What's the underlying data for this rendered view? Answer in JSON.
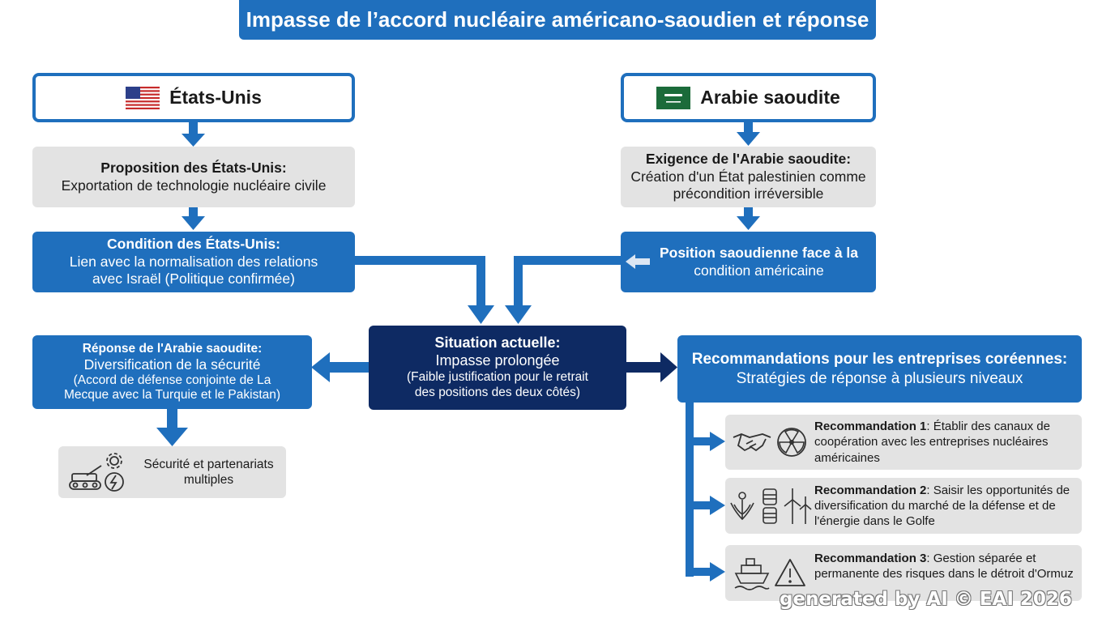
{
  "title": "Impasse de l’accord nucléaire américano-saoudien et réponse",
  "left": {
    "country": "États-Unis",
    "flag_icon": "us-flag-icon",
    "proposal_title": "Proposition des États-Unis:",
    "proposal_text": "Exportation de technologie nucléaire civile",
    "condition_title": "Condition des États-Unis:",
    "condition_line1": "Lien avec la normalisation des relations",
    "condition_line2": "avec Israël (Politique confirmée)"
  },
  "right": {
    "country": "Arabie saoudite",
    "flag_icon": "saudi-flag-icon",
    "demand_title": "Exigence de l'Arabie saoudite:",
    "demand_line1": "Création d'un État palestinien comme",
    "demand_line2": "précondition irréversible",
    "position_line1": "Position saoudienne face à la",
    "position_line2": "condition américaine"
  },
  "center": {
    "title": "Situation actuelle:",
    "line1": "Impasse prolongée",
    "line2": "(Faible justification pour le retrait",
    "line3": "des positions des deux côtés)"
  },
  "response": {
    "title": "Réponse de l'Arabie saoudite:",
    "line1": "Diversification de la sécurité",
    "line2": "(Accord de défense conjointe de La",
    "line3": "Mecque avec la Turquie et le Pakistan)"
  },
  "security": {
    "line1": "Sécurité et partenariats",
    "line2": "multiples",
    "icons": [
      "tank-icon",
      "gear-icon",
      "lightning-icon"
    ]
  },
  "recommendations": {
    "title": "Recommandations pour les entreprises coréennes:",
    "subtitle": "Stratégies de réponse à plusieurs niveaux",
    "items": [
      {
        "label": "Recommandation 1",
        "text": ": Établir des canaux de coopération avec les entreprises nucléaires américaines",
        "icons": [
          "handshake-icon",
          "radiation-icon"
        ]
      },
      {
        "label": "Recommandation 2",
        "text": ": Saisir les opportunités de diversification du marché de la défense et de l'énergie dans le Golfe",
        "icons": [
          "emblem-icon",
          "oil-barrel-icon",
          "wind-turbine-icon"
        ]
      },
      {
        "label": "Recommandation 3",
        "text": ": Gestion séparée et permanente des risques dans le détroit d'Ormuz",
        "icons": [
          "ship-icon",
          "warning-icon"
        ]
      }
    ]
  },
  "watermark": "generated by AI © EAI 2026",
  "colors": {
    "blue": "#1f6fbd",
    "navy": "#0e2a63",
    "grey": "#e3e3e3"
  }
}
